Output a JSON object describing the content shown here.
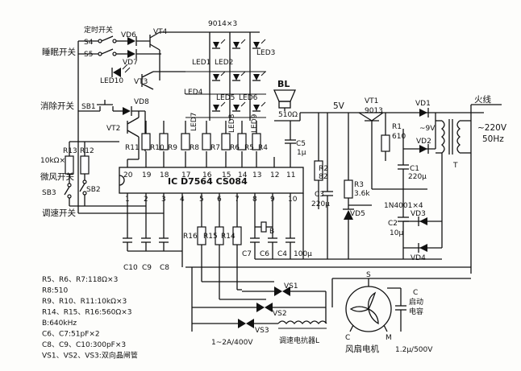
{
  "switches": {
    "timer": "定时开关",
    "sleep": "睡眠开关",
    "cancel": "消除开关",
    "wind": "微风开关",
    "speed": "调速开关"
  },
  "labels": {
    "s4": "S4",
    "s5": "S5",
    "sb1": "SB1",
    "sb2": "SB2",
    "sb3": "SB3",
    "vd6": "VD6",
    "vd7": "VD7",
    "vd8": "VD8",
    "vd1": "VD1",
    "vd2": "VD2",
    "vd3": "VD3",
    "vd4": "VD4",
    "vd5": "VD5",
    "vt1": "VT1",
    "vt2": "VT2",
    "vt3": "VT3",
    "vt4": "VT4",
    "q9014": "9014×3",
    "q9013": "9013",
    "led1": "LED1",
    "led2": "LED2",
    "led3": "LED3",
    "led4": "LED4",
    "led5": "LED5",
    "led6": "LED6",
    "led7": "LED7",
    "led8": "LED8",
    "led9": "LED9",
    "led10": "LED10",
    "bl": "BL",
    "bl_val": "510Ω",
    "r13": "R13",
    "r12": "R12",
    "r10k2": "10kΩ×2",
    "r11": "R11",
    "r10": "R10",
    "r9": "R9",
    "r8": "R8",
    "r7": "R7",
    "r6": "R6",
    "r5": "R5",
    "r4": "R4",
    "r16": "R16",
    "r15": "R15",
    "r14": "R14",
    "r2": "R2",
    "r2v": "82",
    "r3": "R3",
    "r3v": "3.6k",
    "r1": "R1",
    "r1v": "610",
    "c5": "C5",
    "c5v": "1μ",
    "c3": "C3",
    "c3v": "220μ",
    "c2": "C2",
    "c2v": "10μ",
    "c1": "C1",
    "c1v": "220μ",
    "c4": "C4",
    "c6": "C6",
    "c7": "C7",
    "c8": "C8",
    "c9": "C9",
    "c10": "C10",
    "c100": "100μ",
    "b": "B",
    "ic": "IC D7564 CS084",
    "v5": "5V",
    "v9": "~9V",
    "t": "T",
    "fire": "火线",
    "ac": "~220V",
    "hz": "50Hz",
    "in4001": "1N4001×4",
    "vs1": "VS1",
    "vs2": "VS2",
    "vs3": "VS3",
    "vsrate": "1~2A/400V",
    "reactor": "调速电抗器L",
    "motor": "风扇电机",
    "s": "S",
    "c": "C",
    "m": "M",
    "cap_name": "启动",
    "cap_name2": "电容",
    "cap_val": "1.2μ/500V"
  },
  "pins_top": [
    "20",
    "19",
    "18",
    "17",
    "16",
    "15",
    "14",
    "13",
    "12",
    "11"
  ],
  "pins_bottom": [
    "1",
    "2",
    "3",
    "4",
    "5",
    "6",
    "7",
    "8",
    "9",
    "10"
  ],
  "notes": [
    "R5、R6、R7:118Ω×3",
    "R8:510",
    "R9、R10、R11:10kΩ×3",
    "R14、R15、R16:560Ω×3",
    "B:640kHz",
    "C6、C7:51pF×2",
    "C8、C9、C10:300pF×3",
    "VS1、VS2、VS3:双向晶闸管"
  ]
}
